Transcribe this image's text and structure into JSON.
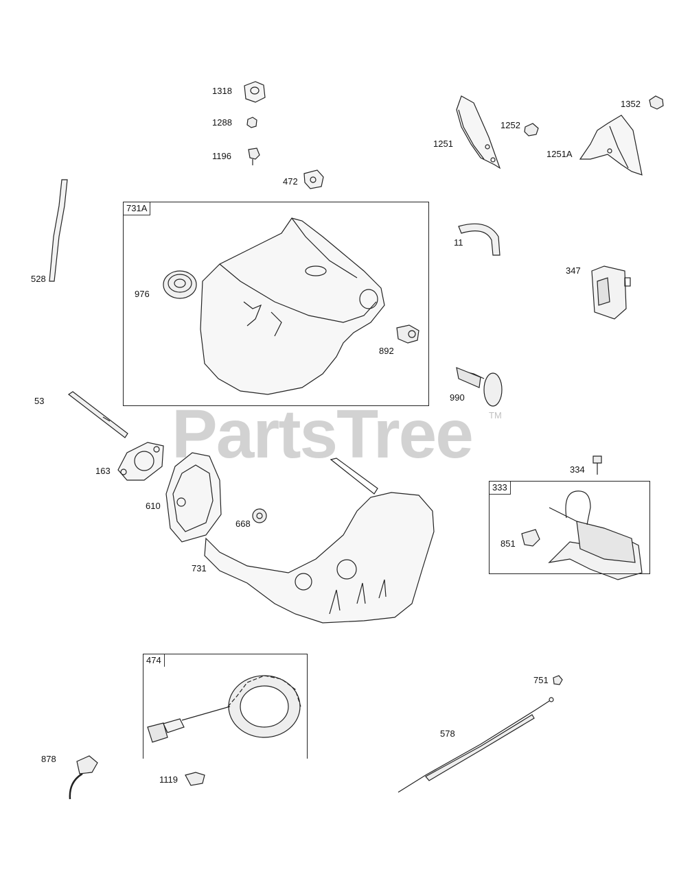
{
  "watermark": {
    "text": "PartsTree",
    "tm": "TM"
  },
  "labels": {
    "p1318": "1318",
    "p1288": "1288",
    "p1196": "1196",
    "p472": "472",
    "p1251": "1251",
    "p1252": "1252",
    "p1251A": "1251A",
    "p1352": "1352",
    "p976": "976",
    "p892": "892",
    "p11": "11",
    "p347": "347",
    "p528": "528",
    "p990": "990",
    "p53": "53",
    "p163": "163",
    "p610": "610",
    "p668": "668",
    "p731": "731",
    "p334": "334",
    "p851": "851",
    "p751": "751",
    "p578": "578",
    "p878": "878",
    "p1119": "1119"
  },
  "boxes": {
    "b731A": "731A",
    "b333": "333",
    "b474": "474"
  }
}
